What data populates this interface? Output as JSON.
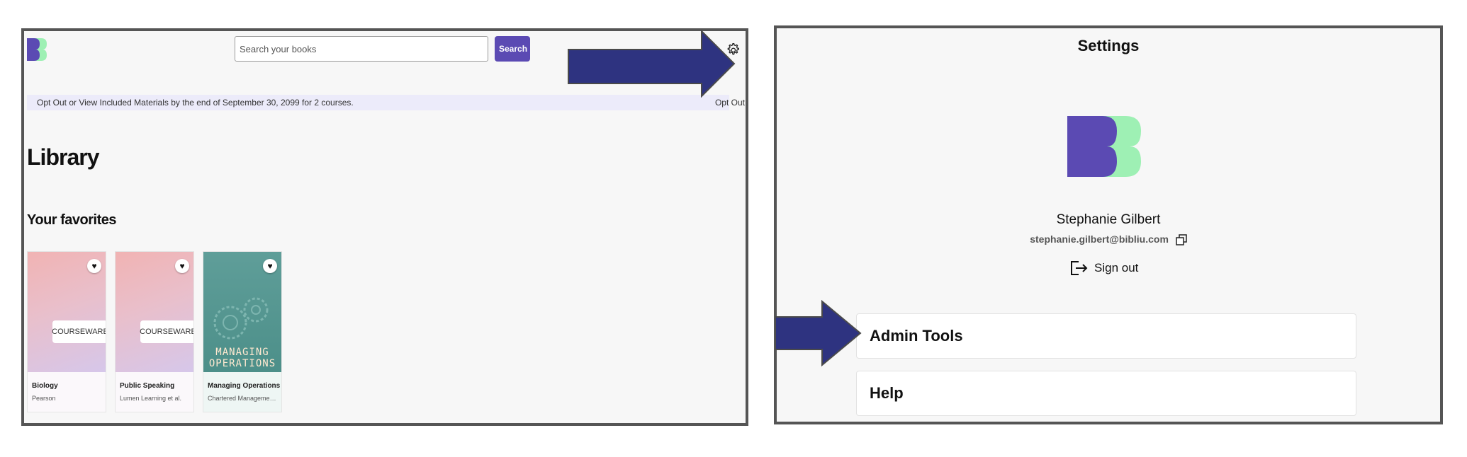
{
  "left": {
    "search": {
      "placeholder": "Search your books",
      "button_label": "Search"
    },
    "banner": {
      "text": "Opt Out or View Included Materials by the end of September 30, 2099 for 2 courses.",
      "opt_out_label": "Opt Out"
    },
    "page_title": "Library",
    "favorites_title": "Your favorites",
    "books": [
      {
        "cover_label": "COURSEWARE",
        "title": "Biology",
        "author": "Pearson"
      },
      {
        "cover_label": "COURSEWARE",
        "title": "Public Speaking",
        "author": "Lumen Learning et al."
      },
      {
        "cover_label": "MANAGING\nOPERATIONS",
        "title": "Managing Operations",
        "author": "Chartered Management Ins..."
      }
    ]
  },
  "right": {
    "title": "Settings",
    "user": {
      "name": "Stephanie Gilbert",
      "email": "stephanie.gilbert@bibliu.com"
    },
    "sign_out_label": "Sign out",
    "menu": [
      {
        "label": "Admin Tools"
      },
      {
        "label": "Help"
      }
    ]
  },
  "colors": {
    "brand_purple": "#5b4ab3",
    "brand_green": "#9ef0b4",
    "arrow_navy": "#2e3380",
    "banner_bg": "#ecebfa"
  },
  "icons": [
    "logo-icon",
    "gear-icon",
    "heart-icon",
    "copy-icon",
    "sign-out-icon",
    "arrow-pointer"
  ]
}
